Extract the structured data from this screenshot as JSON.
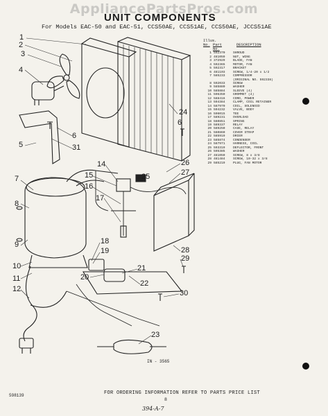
{
  "watermark": "AppliancePartsPros.com",
  "header": {
    "title": "UNIT COMPONENTS",
    "subtitle": "For Models EAC-50 and EAC-51, CCS50AE, CCS51AE, CCS50AE, JCCS51AE"
  },
  "parts_list": {
    "col_no": "No.",
    "col_part": "Part\nNo.",
    "col_illus": "Illus.",
    "col_desc": "DESCRIPTION",
    "rows": [
      {
        "no": "1",
        "part": "592370",
        "desc": "SHROUD"
      },
      {
        "no": "2",
        "part": "481059",
        "desc": "NUT, WING"
      },
      {
        "no": "3",
        "part": "372929",
        "desc": "BLADE, FAN"
      },
      {
        "no": "4",
        "part": "592365",
        "desc": "MOTOR, FAN"
      },
      {
        "no": "5",
        "part": "592317",
        "desc": "BRACKET"
      },
      {
        "no": "6",
        "part": "481103",
        "desc": "SCREW, 1/4-20 x 1/2"
      },
      {
        "no": "7",
        "part": "585233",
        "desc": "COMPRESSOR"
      },
      {
        "no": "",
        "part": "",
        "desc": "(ORIGINAL NO. 592338)"
      },
      {
        "no": "8",
        "part": "592033",
        "desc": "SCREW"
      },
      {
        "no": "9",
        "part": "585880",
        "desc": "WASHER"
      },
      {
        "no": "10",
        "part": "585884",
        "desc": "SLEEVE (4)"
      },
      {
        "no": "11",
        "part": "596350",
        "desc": "GROMMET (4)"
      },
      {
        "no": "12",
        "part": "588416",
        "desc": "CORD, POWER"
      },
      {
        "no": "13",
        "part": "594384",
        "desc": "CLAMP, COIL RETAINER"
      },
      {
        "no": "14",
        "part": "587970",
        "desc": "COIL, SOLENOID"
      },
      {
        "no": "15",
        "part": "594232",
        "desc": "VALVE, BODY"
      },
      {
        "no": "16",
        "part": "596015",
        "desc": "TEE"
      },
      {
        "no": "17",
        "part": "589231",
        "desc": "OVERLOAD"
      },
      {
        "no": "18",
        "part": "560851",
        "desc": "SPRING"
      },
      {
        "no": "19",
        "part": "589337",
        "desc": "RELAY"
      },
      {
        "no": "20",
        "part": "589250",
        "desc": "CASE, RELAY"
      },
      {
        "no": "21",
        "part": "560860",
        "desc": "COVER STRAP"
      },
      {
        "no": "22",
        "part": "585919",
        "desc": "DRIER"
      },
      {
        "no": "23",
        "part": "585874",
        "desc": "CONDENSER"
      },
      {
        "no": "24",
        "part": "587971",
        "desc": "HARNESS, COIL"
      },
      {
        "no": "25",
        "part": "593319",
        "desc": "DEFLECTOR, FRONT"
      },
      {
        "no": "26",
        "part": "595385",
        "desc": "WASHER"
      },
      {
        "no": "27",
        "part": "481050",
        "desc": "SCREW, 8 x 3/8"
      },
      {
        "no": "28",
        "part": "481484",
        "desc": "SCREW, 10-32 x 3/8"
      },
      {
        "no": "29",
        "part": "585219",
        "desc": "PLUG, FAN MOTOR"
      }
    ]
  },
  "callouts": {
    "c1": "1",
    "c2": "2",
    "c3": "3",
    "c4": "4",
    "c5": "5",
    "c6a": "6",
    "c6b": "6",
    "c7": "7",
    "c8": "8",
    "c9": "9",
    "c10": "10",
    "c11": "11",
    "c12": "12",
    "c14": "14",
    "c15": "15",
    "c16": "16",
    "c17": "17",
    "c18": "18",
    "c19": "19",
    "c20": "20",
    "c21": "21",
    "c22": "22",
    "c23": "23",
    "c24": "24",
    "c25": "25",
    "c26": "26",
    "c27": "27",
    "c28": "28",
    "c29": "29",
    "c30": "30",
    "c31": "31"
  },
  "figure_number": "IN - 3565",
  "footer": {
    "doc_id": "598139",
    "note": "FOR ORDERING INFORMATION REFER TO PARTS PRICE LIST",
    "page": "8",
    "handwritten": "394-A-7"
  }
}
